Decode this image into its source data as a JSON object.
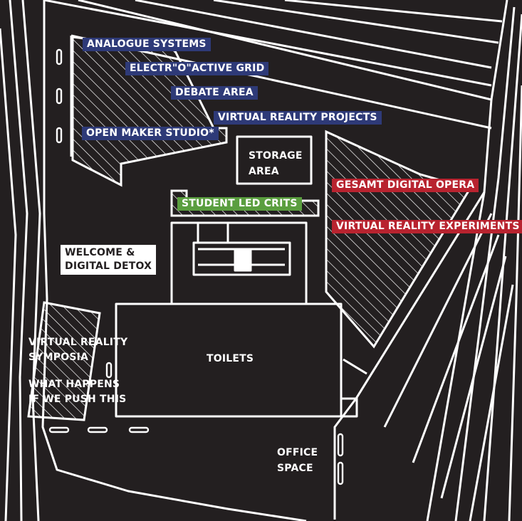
{
  "colors": {
    "background": "#231f20",
    "line": "#ffffff",
    "tag_blue": "#2e3a78",
    "tag_red": "#b8232f",
    "tag_green": "#5a9e3f",
    "tag_white": "#ffffff"
  },
  "zones": {
    "analogue_systems": "ANALOGUE SYSTEMS",
    "electroactive_grid": "ELECTR\"O\"ACTIVE  GRID",
    "debate_area": "DEBATE AREA",
    "virtual_reality_projects": "VIRTUAL REALITY PROJECTS",
    "open_maker_studio": "OPEN MAKER STUDIO*",
    "storage_area": "STORAGE\nAREA",
    "gesamt_digital_opera": "GESAMT DIGITAL OPERA",
    "student_led_crits": "STUDENT LED CRITS",
    "virtual_reality_experiments": "VIRTUAL REALITY EXPERIMENTS",
    "welcome_digital_detox": "WELCOME &\nDIGITAL DETOX",
    "virtual_reality_symposia": "VIRTUAL REALITY\nSYMPOSIA",
    "what_happens": "WHAT HAPPENS\nIF WE PUSH THIS",
    "toilets": "TOILETS",
    "office_space": "OFFICE\nSPACE"
  }
}
